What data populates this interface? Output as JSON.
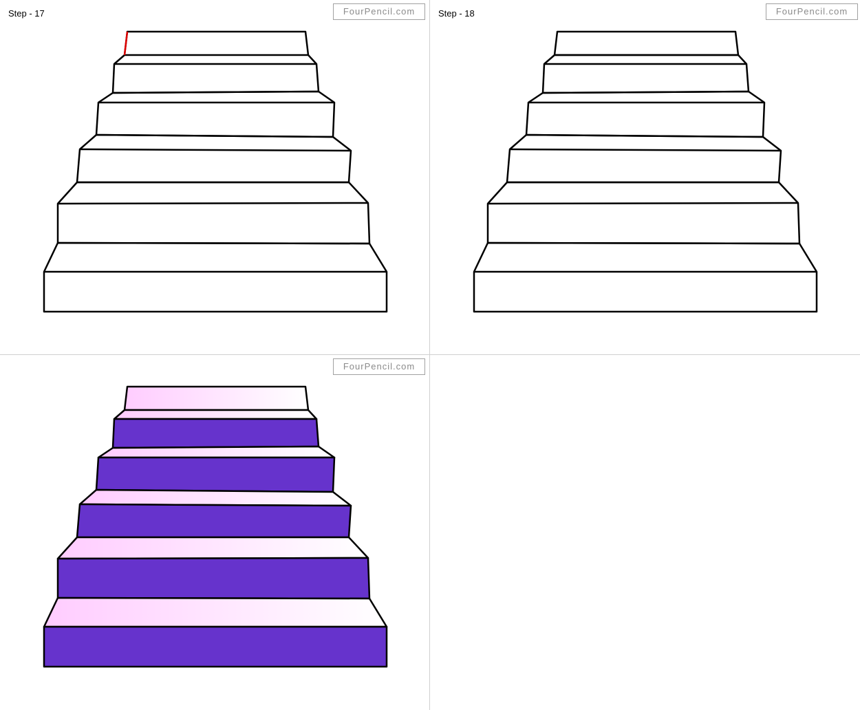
{
  "panels": [
    {
      "step_label": "Step - 17",
      "watermark": "FourPencil.com",
      "state": "outline with red highlighted edge"
    },
    {
      "step_label": "Step - 18",
      "watermark": "FourPencil.com",
      "state": "outline complete"
    },
    {
      "step_label": "",
      "watermark": "FourPencil.com",
      "state": "colored"
    },
    {
      "step_label": "",
      "watermark": "",
      "state": "empty"
    }
  ],
  "colors": {
    "outline": "#000000",
    "highlight_edge": "#e00000",
    "riser_fill": "#6633cc",
    "tread_gradient_start": "#ffccff",
    "tread_gradient_end": "#ffffff",
    "divider": "#cfcfcf",
    "watermark_text": "#8a8a8a"
  }
}
